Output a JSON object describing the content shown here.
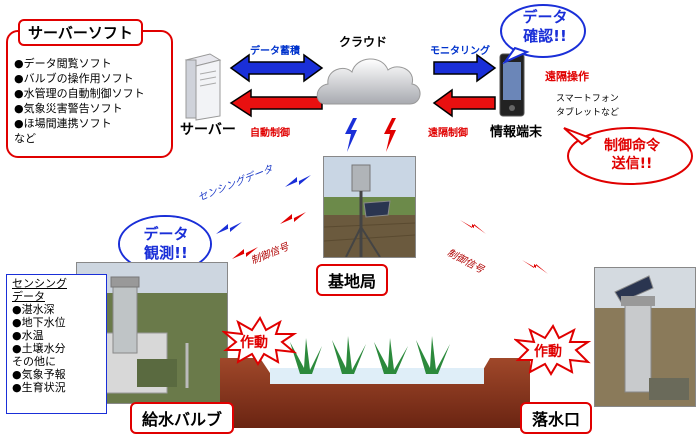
{
  "server_software": {
    "title": "サーバーソフト",
    "items": [
      "●データ閲覧ソフト",
      "●バルブの操作用ソフト",
      "●水管理の自動制御ソフト",
      "●気象災害警告ソフト",
      "●ほ場間連携ソフト",
      "など"
    ]
  },
  "server_label": "サーバー",
  "data_accumulate": "データ蓄積",
  "auto_control": "自動制御",
  "cloud_label": "クラウド",
  "monitoring": "モニタリング",
  "remote_control_left": "遠隔制御",
  "info_terminal": "情報端末",
  "data_check_bubble": "データ\n確認!!",
  "remote_operation": "遠隔操作",
  "smartphone_note": "スマートフォン\nタブレットなど",
  "control_command_bubble": "制御命令\n送信!!",
  "sensing_data": "センシングデータ",
  "data_observation_bubble": "データ\n観測!!",
  "control_signal_left": "制御信号",
  "control_signal_right": "制御信号",
  "base_station": "基地局",
  "sensing_list": {
    "title": "センシング\nデータ",
    "items": [
      "●湛水深",
      "●地下水位",
      "●水温",
      "●土壌水分"
    ],
    "other_title": "その他に",
    "other_items": [
      "●気象予報",
      "●生育状況"
    ]
  },
  "action_left": "作動",
  "action_right": "作動",
  "water_supply_valve": "給水バルブ",
  "drain_outlet": "落水口",
  "colors": {
    "accent_red": "#e00000",
    "accent_blue": "#0033cc",
    "soil": "#8b3a1e"
  }
}
